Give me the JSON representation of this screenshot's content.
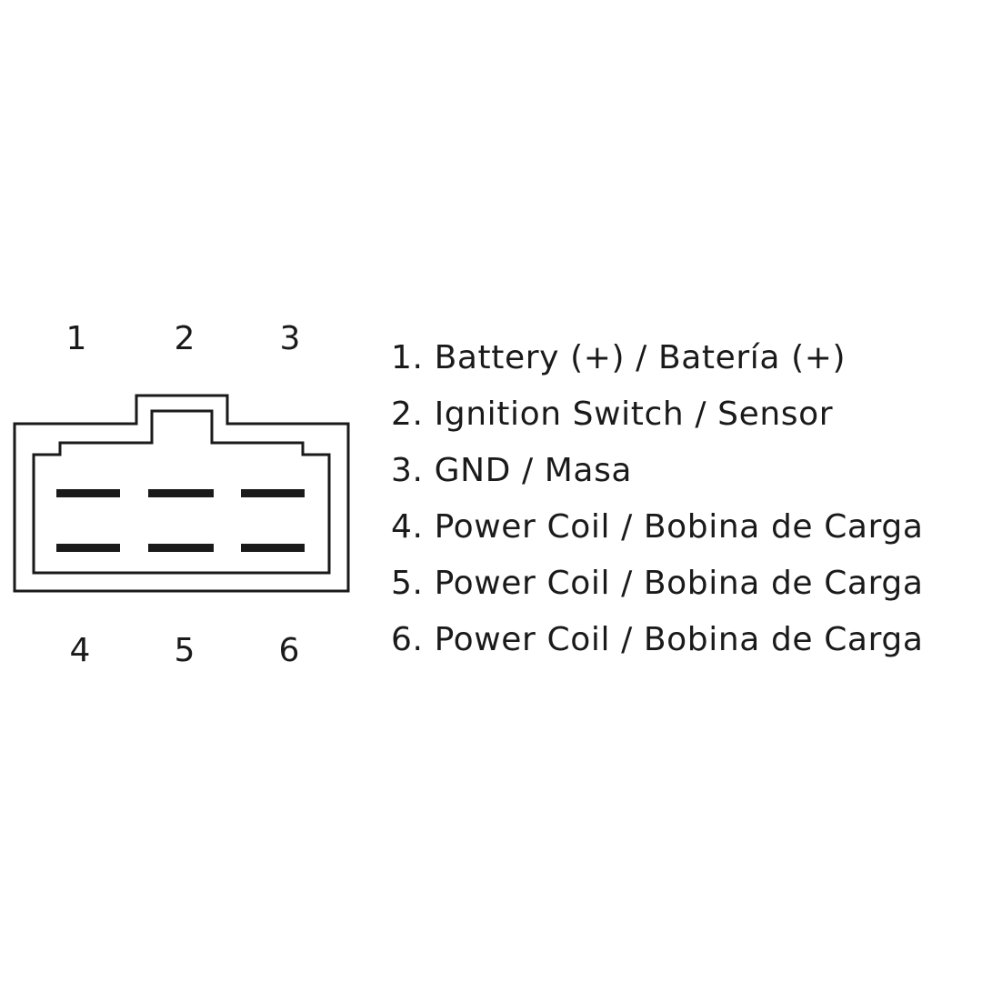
{
  "pins_top": [
    "1",
    "2",
    "3"
  ],
  "pins_bottom": [
    "4",
    "5",
    "6"
  ],
  "legend": [
    {
      "text": "1. Battery (+) / Batería (+)"
    },
    {
      "text": "2. Ignition Switch / Sensor"
    },
    {
      "text": "3. GND / Masa"
    },
    {
      "text": "4. Power Coil / Bobina de Carga"
    },
    {
      "text": "5. Power Coil / Bobina de Carga"
    },
    {
      "text": "6. Power Coil / Bobina de Carga"
    }
  ],
  "colors": {
    "line": "#1a1a1a",
    "background": "#ffffff"
  }
}
